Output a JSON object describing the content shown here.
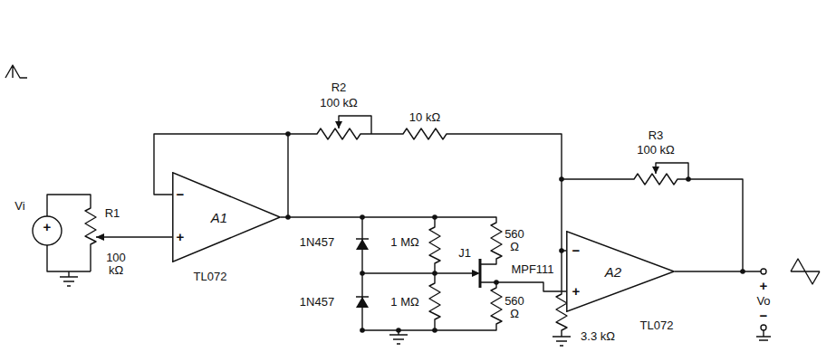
{
  "diagram": {
    "nodes": [
      {
        "text": [
          "A1"
        ]
      },
      {
        "text": [
          "A2"
        ]
      }
    ],
    "labels": [
      "Vi",
      "+",
      "R1",
      "100 kΩ",
      "−",
      "+",
      "TL072",
      "R2",
      "100 kΩ",
      "10 kΩ",
      "1N457",
      "1 MΩ",
      "560 Ω",
      "J1",
      "MPF111",
      "1N457",
      "1 MΩ",
      "560 Ω",
      "R3",
      "100 kΩ",
      "−",
      "+",
      "TL072",
      "3.3 kΩ",
      "+",
      "Vo",
      "−"
    ]
  }
}
